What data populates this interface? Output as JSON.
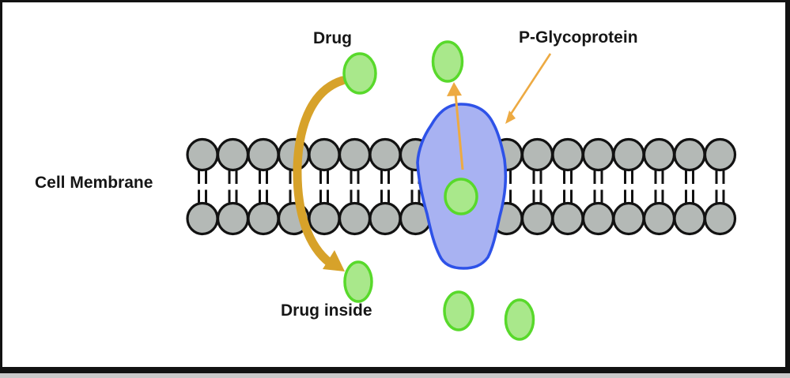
{
  "labels": {
    "drug": "Drug",
    "p_glycoprotein": "P-Glycoprotein",
    "cell_membrane": "Cell Membrane",
    "drug_inside": "Drug inside"
  },
  "colors": {
    "background": "#ffffff",
    "frame": "#121212",
    "outline": "#121212",
    "lipid_head_fill": "#b4b9b6",
    "protein_fill": "#a8b2f2",
    "protein_stroke": "#2e52e8",
    "drug_fill": "#a9e88b",
    "drug_stroke": "#58d92b",
    "uptake_arrow": "#d7a22a",
    "efflux_arrow": "#edaa42",
    "text": "#161616"
  },
  "diagram": {
    "membrane": {
      "rows": 2,
      "lipids_per_row": 18
    },
    "drug_molecule_count": 6
  }
}
